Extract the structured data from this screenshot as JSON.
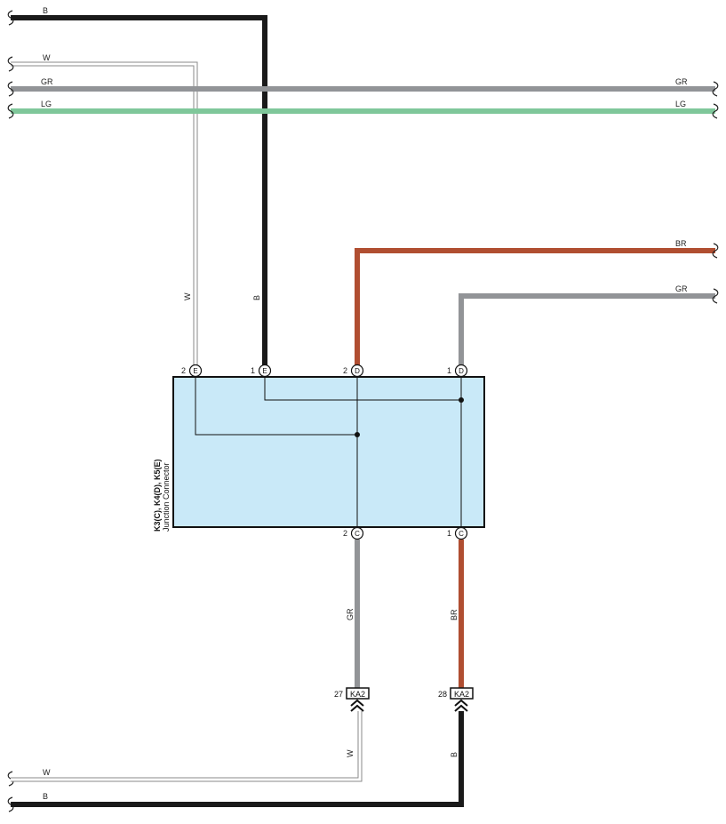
{
  "colors": {
    "B": "#1a1a1a",
    "W": "#ffffff",
    "W_outline": "#8a8a8a",
    "GR": "#929497",
    "LG": "#7fc79a",
    "BR": "#b04e31",
    "connector_fill": "#c9e9f8"
  },
  "wires_top": {
    "b_left": "B",
    "w_left": "W",
    "gr_left": "GR",
    "gr_right": "GR",
    "lg_left": "LG",
    "lg_right": "LG",
    "w_vertical": "W",
    "b_vertical": "B",
    "br_right": "BR",
    "gr2_right": "GR"
  },
  "connector": {
    "name": "K3(C), K4(D), K5(E)",
    "description": "Junction Connector",
    "pins": {
      "e2": {
        "number": "2",
        "letter": "E"
      },
      "e1": {
        "number": "1",
        "letter": "E"
      },
      "d2": {
        "number": "2",
        "letter": "D"
      },
      "d1": {
        "number": "1",
        "letter": "D"
      },
      "c2": {
        "number": "2",
        "letter": "C"
      },
      "c1": {
        "number": "1",
        "letter": "C"
      }
    }
  },
  "wires_bottom": {
    "gr_vertical": "GR",
    "br_vertical": "BR",
    "w_vertical": "W",
    "b_vertical": "B",
    "w_left": "W",
    "b_left": "B"
  },
  "connectors_ka2": [
    {
      "number": "27",
      "name": "KA2"
    },
    {
      "number": "28",
      "name": "KA2"
    }
  ]
}
